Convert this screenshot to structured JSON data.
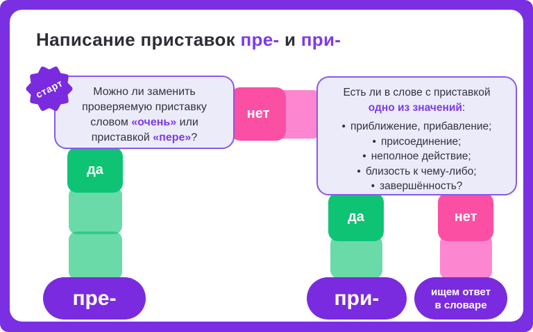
{
  "ui": {
    "bullet": "•"
  },
  "title": {
    "part1": "Написание приставок ",
    "accent1": "пре-",
    "part2": " и ",
    "accent2": "при-"
  },
  "badge": {
    "label": "старт"
  },
  "question1": {
    "line1": "Можно ли заменить",
    "line2": "проверяемую приставку",
    "line3a": "словом ",
    "line3b": "«очень»",
    "line3c": " или",
    "line4a": "приставкой ",
    "line4b": "«пере»",
    "line4c": "?"
  },
  "question2": {
    "line1": "Есть ли в слове с приставкой",
    "accent": "одно из значений",
    "colon": ":",
    "bullets": [
      "приближение, прибавление;",
      "присоединение;",
      "неполное действие;",
      "близость к чему-либо;",
      "завершённость?"
    ]
  },
  "connectors": {
    "no1": "нет",
    "yes1": "да",
    "yes2": "да",
    "no2": "нет"
  },
  "results": {
    "pre": "пре-",
    "pri": "при-",
    "dict_line1": "ищем ответ",
    "dict_line2": "в словаре"
  },
  "colors": {
    "frame": "#7B2FE2",
    "accent": "#7C3AED",
    "pill": "#7A2BDF",
    "pink_dark": "#FB4FA4",
    "pink_light": "#FC87D0",
    "green_dark": "#0EC474",
    "green_light": "#6ADCA1",
    "box_bg": "#ECEBF9",
    "box_border": "#8757EE",
    "text": "#33323E"
  }
}
